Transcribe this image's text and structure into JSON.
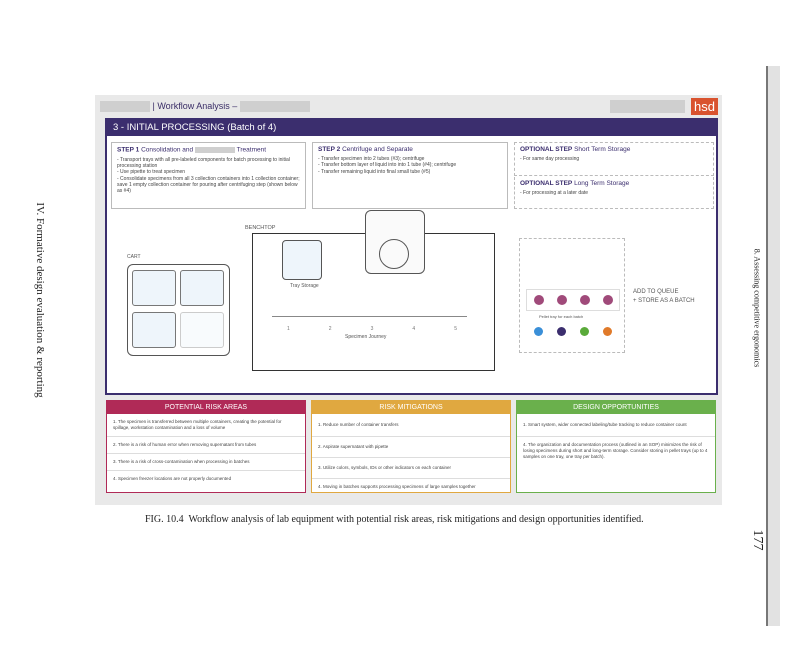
{
  "running_head_left": "IV. Formative design evaluation & reporting",
  "running_head_right": "8. Assessing competitive ergonomics",
  "page_number": "177",
  "figure": {
    "header_title": "| Workflow Analysis –",
    "logo": "hsd",
    "section_title": "3  -  INITIAL PROCESSING (Batch of 4)",
    "step1": {
      "label": "STEP 1",
      "title": "Consolidation and",
      "title_end": "Treatment",
      "bullets": [
        "- Transport trays with all pre-labeled components for batch processing to initial processing station",
        "- Use pipette to treat specimen",
        "- Consolidate specimens from all 3 collection containers into 1 collection container; save 1 empty collection container for pouring after centrifuging step (shown below as #4)"
      ]
    },
    "step2": {
      "label": "STEP 2",
      "title": "Centrifuge and Separate",
      "bullets": [
        "- Transfer specimen into 2 tubes (#3); centrifuge",
        "- Transfer bottom layer of liquid into into 1 tube (#4); centrifuge",
        "- Transfer remaining liquid into final small tube (#5)"
      ]
    },
    "optional_short": {
      "label": "OPTIONAL STEP",
      "title": "Short Term Storage",
      "bullets": [
        "- For same day processing"
      ]
    },
    "optional_long": {
      "label": "OPTIONAL STEP",
      "title": "Long Term Storage",
      "bullets": [
        "- For processing at a later date"
      ]
    },
    "diagram": {
      "benchtop": "BENCHTOP",
      "cart": "CART",
      "tray_storage": "Tray Storage",
      "journey": "Specimen Journey",
      "steps": [
        "1",
        "2",
        "3",
        "4",
        "5"
      ],
      "queue": "ADD TO QUEUE\n+ STORE AS A BATCH",
      "pellet": "Pellet tray for each batch"
    },
    "risk_areas": {
      "title": "POTENTIAL RISK AREAS",
      "color": "#b02a57",
      "items": [
        "1. The specimen is transferred between multiple containers, creating the potential for spillage, workstation contamination and a loss of volume",
        "2. There is a risk of human error when removing supernatant from tubes",
        "3. There is a risk of cross-contamination when processing in batches",
        "4. Specimen freezer locations are not properly documented"
      ]
    },
    "mitigations": {
      "title": "RISK MITIGATIONS",
      "color": "#e0a840",
      "items": [
        "1. Reduce number of container transfers",
        "2. Aspirate supernatant with pipette",
        "3. Utilize colors, symbols, IDs or other indicators on each container",
        "4. Moving in batches supports processing specimens of large samples together"
      ]
    },
    "opportunities": {
      "title": "DESIGN OPPORTUNITIES",
      "color": "#6ab04c",
      "items": [
        "1. Smart system, wider connected labeling/tube tracking to reduce container count",
        "4. The organization and documentation process (outlined in an SOP) minimizes the risk of losing specimens during short and long-term storage. Consider storing in pellet trays (up to 4 samples on one tray, one tray per batch)."
      ]
    }
  },
  "caption_label": "FIG. 10.4",
  "caption": "Workflow analysis of lab equipment with potential risk areas, risk mitigations and design opportunities identified."
}
